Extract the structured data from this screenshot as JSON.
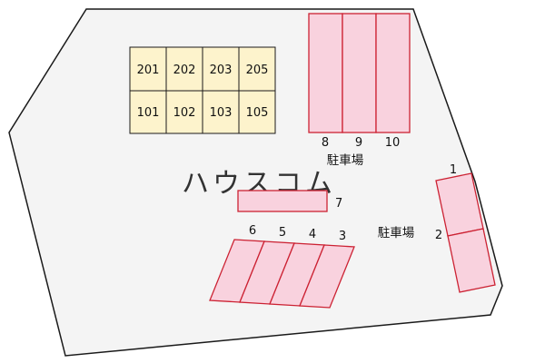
{
  "colors": {
    "ground_fill": "#f4f4f4",
    "boundary_stroke": "#1a1a1a",
    "building_fill": "#fdf3cc",
    "building_stroke": "#1a1a1a",
    "stall_fill": "#f9d2de",
    "stall_stroke": "#cc2233",
    "watermark_color": "#c9c9c9"
  },
  "watermark": "ハウスコム",
  "building": {
    "rooms_upper": [
      "201",
      "202",
      "203",
      "205"
    ],
    "rooms_lower": [
      "101",
      "102",
      "103",
      "105"
    ]
  },
  "parking_top": {
    "stall_numbers": [
      "8",
      "9",
      "10"
    ],
    "label": "駐車場"
  },
  "parking_mid": {
    "stall_number": "7"
  },
  "parking_bottom": {
    "stall_numbers": [
      "6",
      "5",
      "4",
      "3"
    ],
    "label": "駐車場"
  },
  "parking_right": {
    "stall_numbers": [
      "1",
      "2"
    ]
  }
}
